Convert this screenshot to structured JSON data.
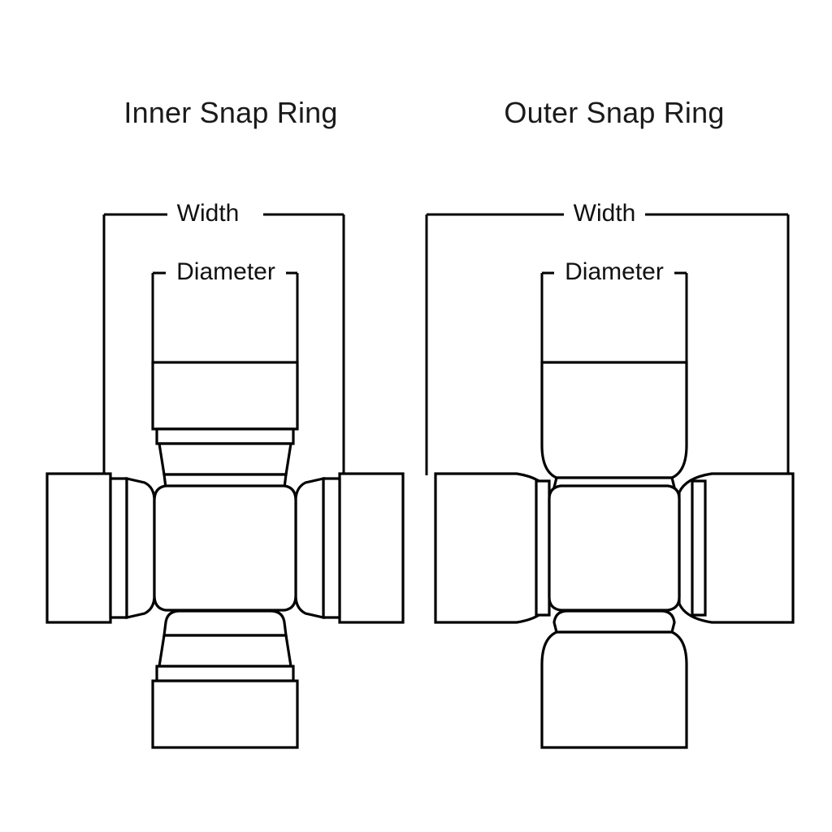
{
  "page": {
    "background_color": "#ffffff",
    "line_color": "#000000",
    "text_color": "#111111"
  },
  "diagrams": [
    {
      "id": "inner-snap-ring",
      "title": "Inner Snap Ring",
      "dimensions": {
        "width_label": "Width",
        "diameter_label": "Diameter"
      }
    },
    {
      "id": "outer-snap-ring",
      "title": "Outer Snap Ring",
      "dimensions": {
        "width_label": "Width",
        "diameter_label": "Diameter"
      }
    }
  ]
}
